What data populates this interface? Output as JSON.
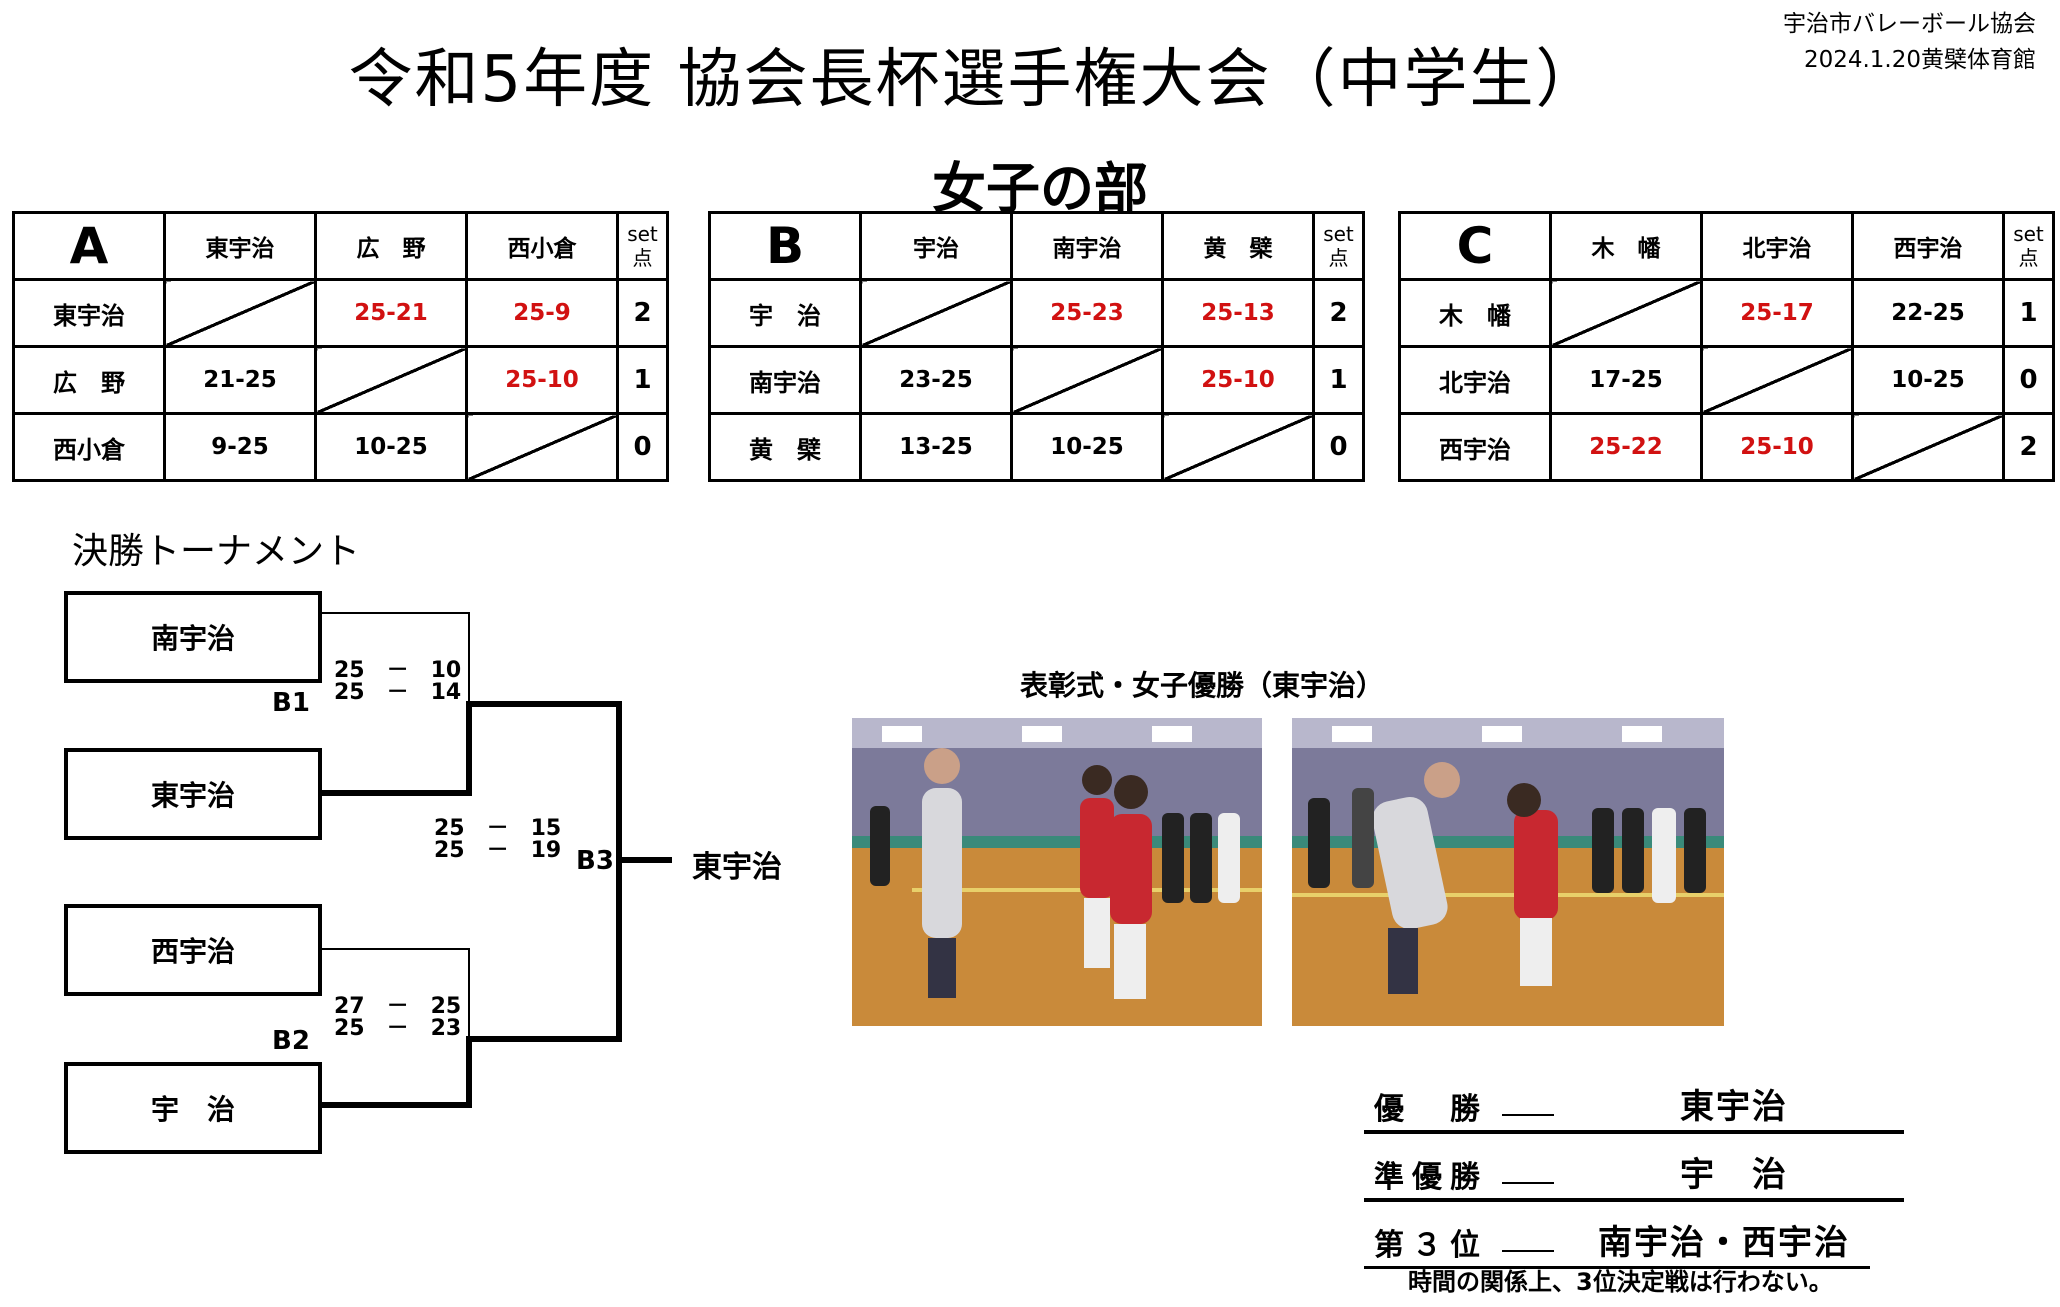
{
  "header": {
    "title": "令和5年度 協会長杯選手権大会（中学生）",
    "org": "宇治市バレーボール協会",
    "date_venue": "2024.1.20黄檗体育館"
  },
  "section": "女子の部",
  "pools": {
    "A": {
      "label": "A",
      "cols": [
        "東宇治",
        "広　野",
        "西小倉"
      ],
      "set_top": "set",
      "set_bottom": "点",
      "rows": [
        {
          "name": "東宇治",
          "cells": [
            "",
            "25-21",
            "25-9"
          ],
          "pts": "2"
        },
        {
          "name": "広　野",
          "cells": [
            "21-25",
            "",
            "25-10"
          ],
          "pts": "1"
        },
        {
          "name": "西小倉",
          "cells": [
            "9-25",
            "10-25",
            ""
          ],
          "pts": "0"
        }
      ]
    },
    "B": {
      "label": "B",
      "cols": [
        "宇治",
        "南宇治",
        "黄　檗"
      ],
      "set_top": "set",
      "set_bottom": "点",
      "rows": [
        {
          "name": "宇　治",
          "cells": [
            "",
            "25-23",
            "25-13"
          ],
          "pts": "2"
        },
        {
          "name": "南宇治",
          "cells": [
            "23-25",
            "",
            "25-10"
          ],
          "pts": "1"
        },
        {
          "name": "黄　檗",
          "cells": [
            "13-25",
            "10-25",
            ""
          ],
          "pts": "0"
        }
      ]
    },
    "C": {
      "label": "C",
      "cols": [
        "木　幡",
        "北宇治",
        "西宇治"
      ],
      "set_top": "set",
      "set_bottom": "点",
      "rows": [
        {
          "name": "木　幡",
          "cells": [
            "",
            "25-17",
            "22-25"
          ],
          "pts": "1"
        },
        {
          "name": "北宇治",
          "cells": [
            "17-25",
            "",
            "10-25"
          ],
          "pts": "0"
        },
        {
          "name": "西宇治",
          "cells": [
            "25-22",
            "25-10",
            ""
          ],
          "pts": "2"
        }
      ]
    }
  },
  "bracket": {
    "title": "決勝トーナメント",
    "teams": [
      "南宇治",
      "東宇治",
      "西宇治",
      "宇　治"
    ],
    "b1": {
      "label": "B1",
      "score1": "25　－　10",
      "score2": "25　－　14"
    },
    "b2": {
      "label": "B2",
      "score1": "27　－　25",
      "score2": "25　－　23"
    },
    "b3": {
      "label": "B3",
      "score1": "25　－　15",
      "score2": "25　－　19"
    },
    "champion": "東宇治"
  },
  "photos": {
    "caption": "表彰式・女子優勝（東宇治）"
  },
  "results": [
    {
      "label": "優　勝",
      "team": "東宇治"
    },
    {
      "label": "準優勝",
      "team": "宇　治"
    },
    {
      "label": "第３位",
      "team": "南宇治・西宇治"
    }
  ],
  "note": "時間の関係上、3位決定戦は行わない。",
  "colors": {
    "win": "#d11111",
    "floor": "#c98a3a",
    "wall": "#7c7a9a"
  }
}
